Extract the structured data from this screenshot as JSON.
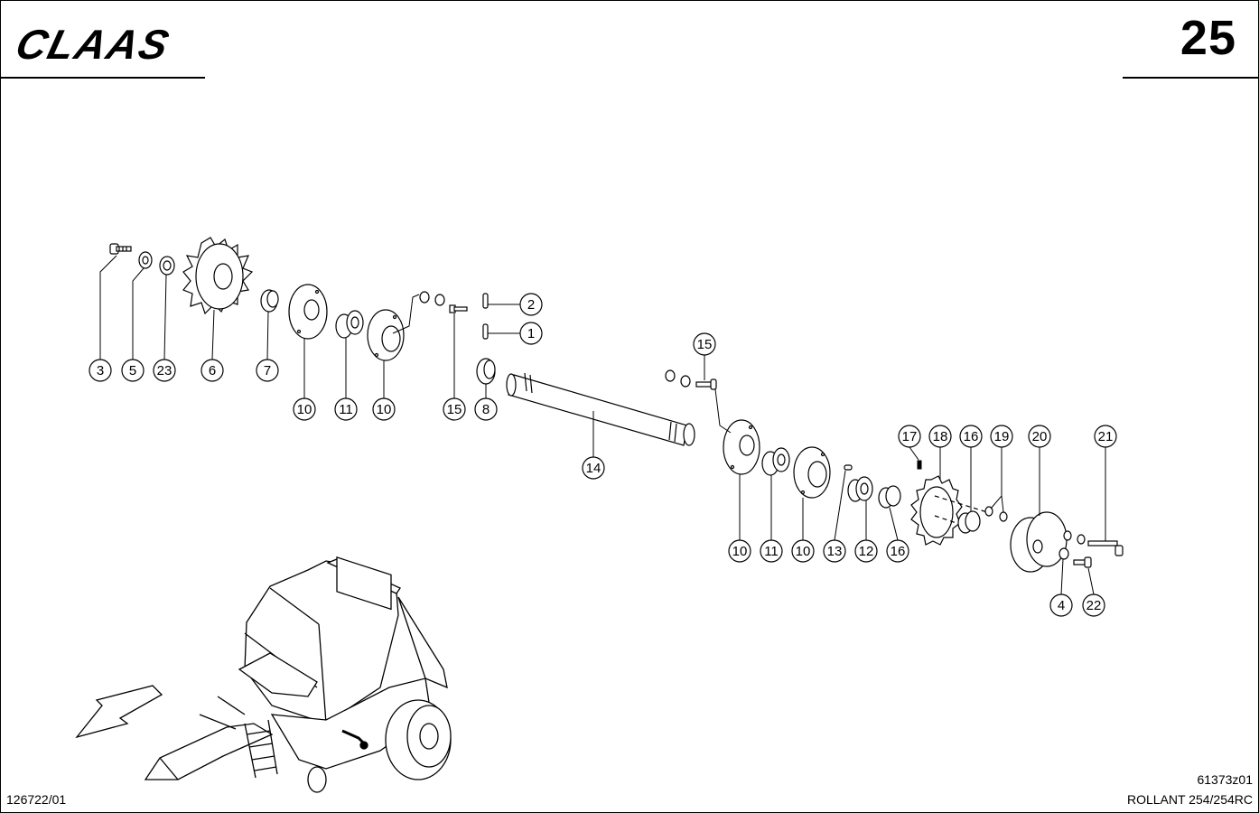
{
  "brand": {
    "logo_text": "CLAAS"
  },
  "page_number": "25",
  "footer": {
    "left_code": "126722/01",
    "right_code": "61373z01",
    "model": "ROLLANT 254/254RC"
  },
  "callouts": [
    {
      "id": "c3",
      "label": "3"
    },
    {
      "id": "c5",
      "label": "5"
    },
    {
      "id": "c23",
      "label": "23"
    },
    {
      "id": "c6",
      "label": "6"
    },
    {
      "id": "c7",
      "label": "7"
    },
    {
      "id": "c10a",
      "label": "10"
    },
    {
      "id": "c11a",
      "label": "11"
    },
    {
      "id": "c10b",
      "label": "10"
    },
    {
      "id": "c15a",
      "label": "15"
    },
    {
      "id": "c8",
      "label": "8"
    },
    {
      "id": "c2",
      "label": "2"
    },
    {
      "id": "c1",
      "label": "1"
    },
    {
      "id": "c14",
      "label": "14"
    },
    {
      "id": "c15b",
      "label": "15"
    },
    {
      "id": "c10c",
      "label": "10"
    },
    {
      "id": "c11b",
      "label": "11"
    },
    {
      "id": "c10d",
      "label": "10"
    },
    {
      "id": "c13",
      "label": "13"
    },
    {
      "id": "c12",
      "label": "12"
    },
    {
      "id": "c16a",
      "label": "16"
    },
    {
      "id": "c17",
      "label": "17"
    },
    {
      "id": "c18",
      "label": "18"
    },
    {
      "id": "c16b",
      "label": "16"
    },
    {
      "id": "c19",
      "label": "19"
    },
    {
      "id": "c20",
      "label": "20"
    },
    {
      "id": "c21",
      "label": "21"
    },
    {
      "id": "c4",
      "label": "4"
    },
    {
      "id": "c22",
      "label": "22"
    }
  ]
}
